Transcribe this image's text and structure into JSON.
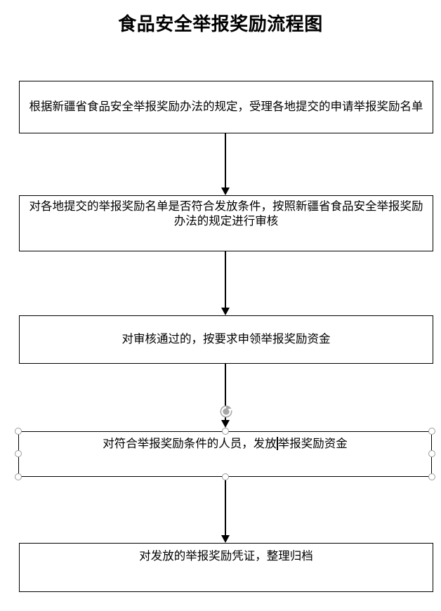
{
  "title": "食品安全举报奖励流程图",
  "flow": {
    "steps": [
      {
        "text": "根据新疆省食品安全举报奖励办法的规定，受理各地提交的申请举报奖励名单"
      },
      {
        "text": "对各地提交的举报奖励名单是否符合发放条件，按照新疆省食品安全举报奖励办法的规定进行审核"
      },
      {
        "text": "对审核通过的，按要求申领举报奖励资金"
      },
      {
        "text_before_cursor": "对符合举报奖励条件的人员，发放",
        "text_after_cursor": "举报奖励资金",
        "selected": true
      },
      {
        "text": "对发放的举报奖励凭证，整理归档"
      }
    ]
  },
  "selection": {
    "selected_step_index": 3,
    "handles": [
      "top-left",
      "top-center",
      "top-right",
      "middle-left",
      "middle-right",
      "bottom-left",
      "bottom-center",
      "bottom-right"
    ],
    "has_rotation_handle": true,
    "has_text_cursor": true
  },
  "colors": {
    "background": "#ffffff",
    "box_border": "#000000",
    "text": "#000000",
    "connector": "#000000",
    "handle_fill": "#ffffff",
    "handle_stroke": "#9b9b9b",
    "rotation_handle_fill": "#a6a6a6"
  }
}
